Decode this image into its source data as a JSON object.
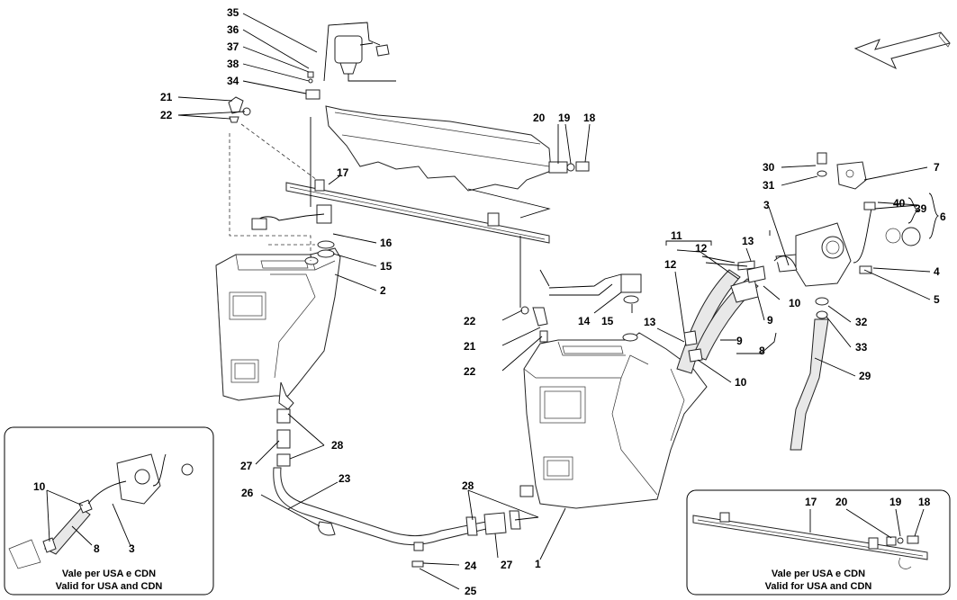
{
  "callouts": {
    "c35": "35",
    "c36": "36",
    "c37": "37",
    "c38": "38",
    "c34": "34",
    "c21a": "21",
    "c22a": "22",
    "c17": "17",
    "c16": "16",
    "c15a": "15",
    "c2": "2",
    "c20": "20",
    "c19": "19",
    "c18": "18",
    "c30": "30",
    "c31": "31",
    "c7": "7",
    "c3a": "3",
    "c40": "40",
    "c39": "39",
    "c6": "6",
    "c4": "4",
    "c5": "5",
    "c32": "32",
    "c33": "33",
    "c29": "29",
    "c11": "11",
    "c12a": "12",
    "c12b": "12",
    "c13a": "13",
    "c13b": "13",
    "c10a": "10",
    "c10b": "10",
    "c9a": "9",
    "c9b": "9",
    "c8": "8",
    "c22b": "22",
    "c21b": "21",
    "c22c": "22",
    "c14": "14",
    "c15b": "15",
    "c28a": "28",
    "c27a": "27",
    "c26": "26",
    "c23": "23",
    "c28b": "28",
    "c27b": "27",
    "c24": "24",
    "c25": "25",
    "c1": "1",
    "l_c10": "10",
    "l_c8": "8",
    "l_c3": "3",
    "r_c17": "17",
    "r_c20": "20",
    "r_c19": "19",
    "r_c18": "18"
  },
  "insets": {
    "left": {
      "line1": "Vale per USA e CDN",
      "line2": "Valid for USA and CDN"
    },
    "right": {
      "line1": "Vale per USA e CDN",
      "line2": "Valid for USA and CDN"
    }
  },
  "orientation_arrow": "direction-arrow"
}
